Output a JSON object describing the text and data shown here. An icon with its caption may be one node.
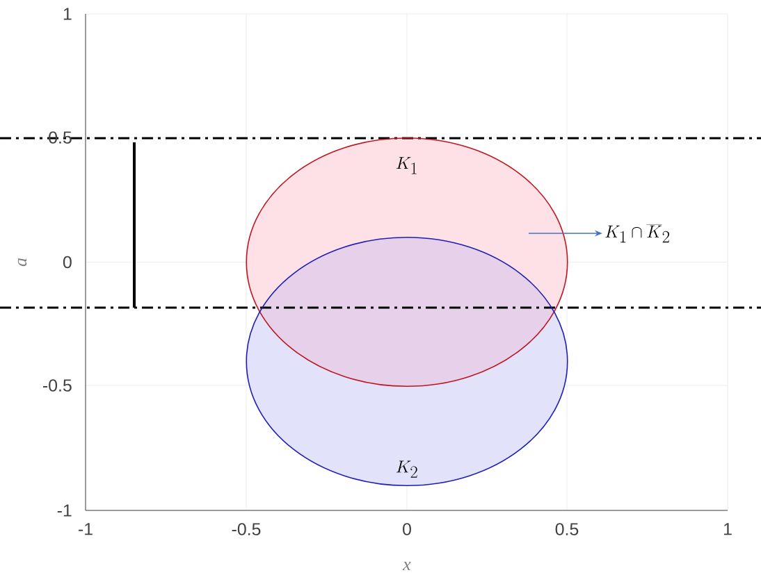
{
  "diagram": {
    "nodes": [
      {
        "text": [
          "K_1"
        ]
      },
      {
        "text": [
          "K_2"
        ]
      },
      {
        "text": [
          "K_1 \\cap \\overline{K}_2"
        ]
      }
    ],
    "edges": [
      {
        "from": 0,
        "to": 2,
        "arrow": "to"
      }
    ],
    "labels": [
      "1",
      "0.5",
      "a",
      "0",
      "-0.5",
      "-1",
      "-1",
      "-0.5",
      "0",
      "0.5",
      "1",
      "x"
    ]
  }
}
